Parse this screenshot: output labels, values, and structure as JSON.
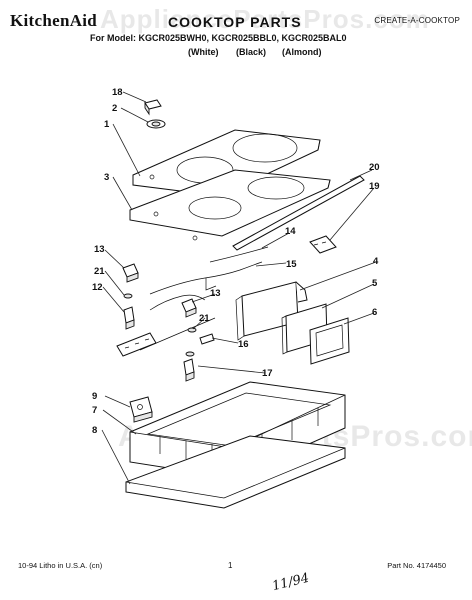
{
  "header": {
    "brand": "KitchenAid",
    "section_title": "COOKTOP PARTS",
    "subtitle": "CREATE-A-COOKTOP",
    "models_line": "For Model: KGCR025BWH0, KGCR025BBL0, KGCR025BAL0",
    "color_white": "(White)",
    "color_black": "(Black)",
    "color_almond": "(Almond)"
  },
  "watermark": "AppliancePartsPros.com",
  "callouts": {
    "c18": "18",
    "c2": "2",
    "c1": "1",
    "c3": "3",
    "c20": "20",
    "c19": "19",
    "c14": "14",
    "c15": "15",
    "c13a": "13",
    "c13b": "13",
    "c21a": "21",
    "c21b": "21",
    "c12": "12",
    "c4": "4",
    "c5": "5",
    "c6": "6",
    "c16": "16",
    "c17": "17",
    "c9": "9",
    "c7": "7",
    "c8": "8"
  },
  "footer": {
    "left": "10-94 Litho in U.S.A. (cn)",
    "page": "1",
    "right": "Part No. 4174450",
    "handwritten": "11/94"
  }
}
